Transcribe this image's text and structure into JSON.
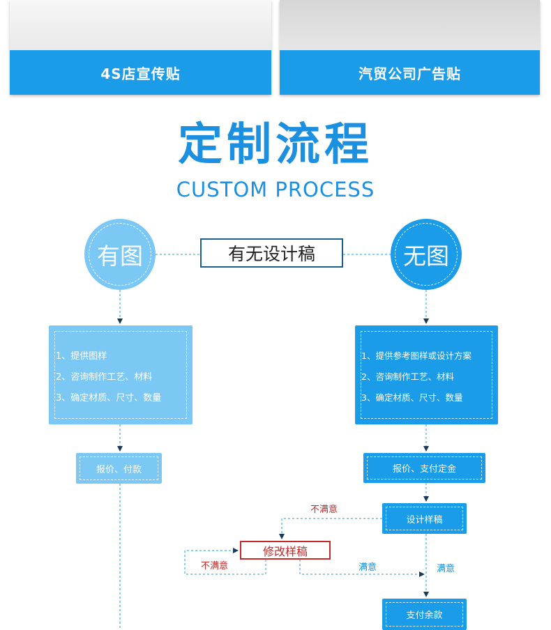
{
  "cards": [
    {
      "label": "4S店宣传贴"
    },
    {
      "label": "汽贸公司广告贴"
    }
  ],
  "section": {
    "title": "定制流程",
    "subtitle": "CUSTOM PROCESS"
  },
  "flow": {
    "question": "有无设计稿",
    "left": {
      "circle": "有图",
      "items": [
        "1、提供图样",
        "2、咨询制作工艺、材料",
        "3、确定材质、尺寸、数量"
      ],
      "quote": "报价、付款"
    },
    "right": {
      "circle": "无图",
      "items": [
        "1、提供参考图样或设计方案",
        "2、咨询制作工艺、材料",
        "3、确定材质、尺寸、数量"
      ],
      "quote": "报价、支付定金",
      "design": "设计样稿",
      "modify": "修改样稿",
      "balance": "支付余款",
      "unsatisfied": "不满意",
      "satisfied": "满意"
    }
  },
  "colors": {
    "primary": "#1b9ce8",
    "light": "#7cc8f5",
    "dark_line": "#1a5f8c",
    "red": "#c52a2a"
  }
}
